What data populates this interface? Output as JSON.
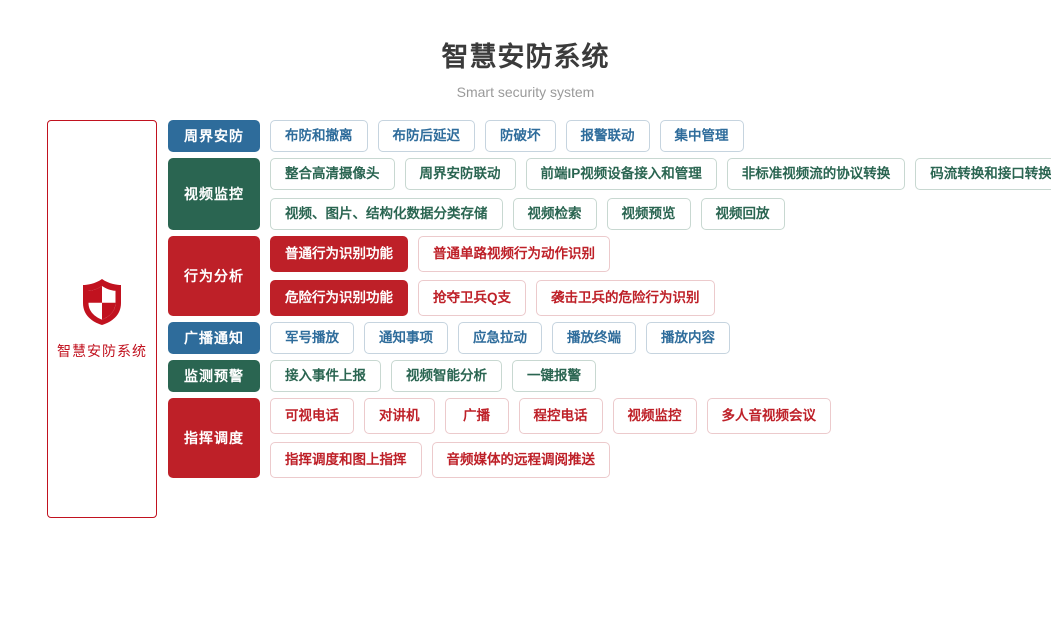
{
  "header": {
    "main_title": "智慧安防系统",
    "sub_title": "Smart security system"
  },
  "brand": {
    "icon": "shield-icon",
    "label": "智慧安防系统",
    "color": "#c1121f"
  },
  "colors": {
    "blue": "#2e6c9b",
    "green": "#2a6551",
    "red": "#be2028",
    "title": "#3b3b3b",
    "subtitle": "#9a9a9a"
  },
  "rows": [
    {
      "category": "周界安防",
      "theme": "blue",
      "groups": [
        {
          "items": [
            {
              "label": "布防和撤离",
              "style": "outline"
            },
            {
              "label": "布防后延迟",
              "style": "outline"
            },
            {
              "label": "防破坏",
              "style": "outline"
            },
            {
              "label": "报警联动",
              "style": "outline"
            },
            {
              "label": "集中管理",
              "style": "outline"
            }
          ]
        }
      ]
    },
    {
      "category": "视频监控",
      "theme": "green",
      "groups": [
        {
          "items": [
            {
              "label": "整合高清摄像头",
              "style": "outline"
            },
            {
              "label": "周界安防联动",
              "style": "outline"
            },
            {
              "label": "前端IP视频设备接入和管理",
              "style": "outline"
            },
            {
              "label": "非标准视频流的协议转换",
              "style": "outline"
            },
            {
              "label": "码流转换和接口转换",
              "style": "outline"
            }
          ]
        },
        {
          "items": [
            {
              "label": "视频、图片、结构化数据分类存储",
              "style": "outline"
            },
            {
              "label": "视频检索",
              "style": "outline"
            },
            {
              "label": "视频预览",
              "style": "outline"
            },
            {
              "label": "视频回放",
              "style": "outline"
            }
          ]
        }
      ]
    },
    {
      "category": "行为分析",
      "theme": "red",
      "groups": [
        {
          "items": [
            {
              "label": "普通行为识别功能",
              "style": "solid"
            },
            {
              "label": "普通单路视频行为动作识别",
              "style": "outline"
            }
          ]
        },
        {
          "items": [
            {
              "label": "危险行为识别功能",
              "style": "solid"
            },
            {
              "label": "抢夺卫兵Q支",
              "style": "outline"
            },
            {
              "label": "袭击卫兵的危险行为识别",
              "style": "outline"
            }
          ]
        }
      ]
    },
    {
      "category": "广播通知",
      "theme": "blue",
      "groups": [
        {
          "items": [
            {
              "label": "军号播放",
              "style": "outline"
            },
            {
              "label": "通知事项",
              "style": "outline"
            },
            {
              "label": "应急拉动",
              "style": "outline"
            },
            {
              "label": "播放终端",
              "style": "outline"
            },
            {
              "label": "播放内容",
              "style": "outline"
            }
          ]
        }
      ]
    },
    {
      "category": "监测预警",
      "theme": "green",
      "groups": [
        {
          "items": [
            {
              "label": "接入事件上报",
              "style": "outline"
            },
            {
              "label": "视频智能分析",
              "style": "outline"
            },
            {
              "label": "一键报警",
              "style": "outline"
            }
          ]
        }
      ]
    },
    {
      "category": "指挥调度",
      "theme": "red",
      "groups": [
        {
          "items": [
            {
              "label": "可视电话",
              "style": "outline"
            },
            {
              "label": "对讲机",
              "style": "outline"
            },
            {
              "label": "广播",
              "style": "outline"
            },
            {
              "label": "程控电话",
              "style": "outline"
            },
            {
              "label": "视频监控",
              "style": "outline"
            },
            {
              "label": "多人音视频会议",
              "style": "outline"
            }
          ]
        },
        {
          "items": [
            {
              "label": "指挥调度和图上指挥",
              "style": "outline"
            },
            {
              "label": "音频媒体的远程调阅推送",
              "style": "outline"
            }
          ]
        }
      ]
    }
  ]
}
